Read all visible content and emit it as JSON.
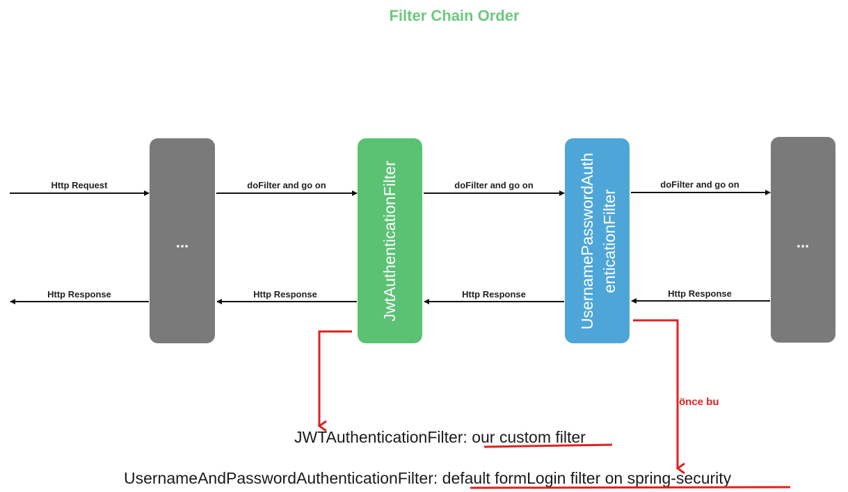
{
  "title": "Filter Chain Order",
  "colors": {
    "title": "#6cc87e",
    "gray_box": "#7a7a7a",
    "jwt_box": "#5bc274",
    "upa_box": "#4ea6d8",
    "annotation": "#e02020"
  },
  "boxes": {
    "left": "...",
    "jwt": "JwtAuthenticationFilter",
    "upa_line1": "UsernamePasswordAuth",
    "upa_line2": "enticationFilter",
    "right": "..."
  },
  "arrows": {
    "request": "Http Request",
    "dofilter_1": "doFilter and go on",
    "dofilter_2": "doFilter and go on",
    "dofilter_3": "doFilter and go on",
    "response_1": "Http Response",
    "response_2": "Http Response",
    "response_3": "Http Response",
    "response_4": "Http Response"
  },
  "annotations": {
    "note": "önce bu",
    "jwt_prefix": "JWTAuthenticationFilter: ",
    "jwt_desc": "our custom filter",
    "upa_prefix": "UsernameAndPasswordAuthenticationFilter: ",
    "upa_desc": "default formLogin filter on spring-security"
  }
}
